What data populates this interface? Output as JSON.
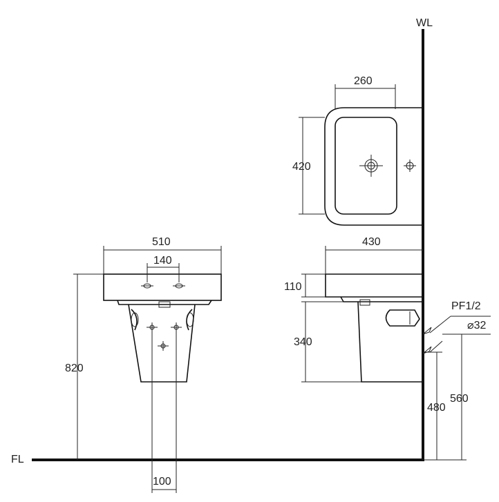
{
  "labels": {
    "wall": "WL",
    "floor": "FL",
    "drain": "PF1/2",
    "pipe_diameter": "⌀32"
  },
  "dimensions": {
    "top_depth": "260",
    "top_height": "420",
    "front_width": "510",
    "tap_spacing": "140",
    "front_height": "820",
    "pedestal_spacing": "100",
    "side_depth": "430",
    "rim_thickness": "110",
    "pedestal_height": "340",
    "supply_height": "480",
    "drain_height": "560"
  }
}
